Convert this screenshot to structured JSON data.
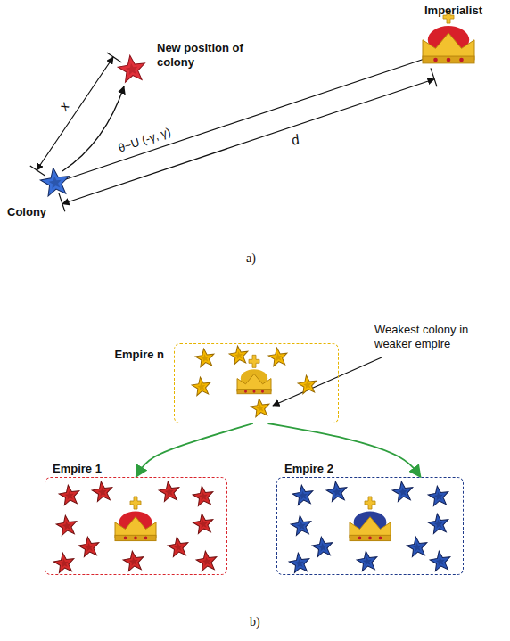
{
  "diagram": {
    "nodes": [
      {
        "text": [
          "Empire n"
        ]
      },
      {
        "text": [
          "Empire 1"
        ]
      },
      {
        "text": [
          "Empire 2"
        ]
      }
    ],
    "edges": [
      {
        "from": 0,
        "to": 1,
        "arrow": "to"
      },
      {
        "from": 0,
        "to": 2,
        "arrow": "to"
      }
    ],
    "labels": [
      "Imperialist",
      "New position of colony",
      "x",
      "θ~U (-γ, γ)",
      "d",
      "Colony",
      "a)",
      "Weakest colony in weaker empire",
      "b)"
    ]
  }
}
